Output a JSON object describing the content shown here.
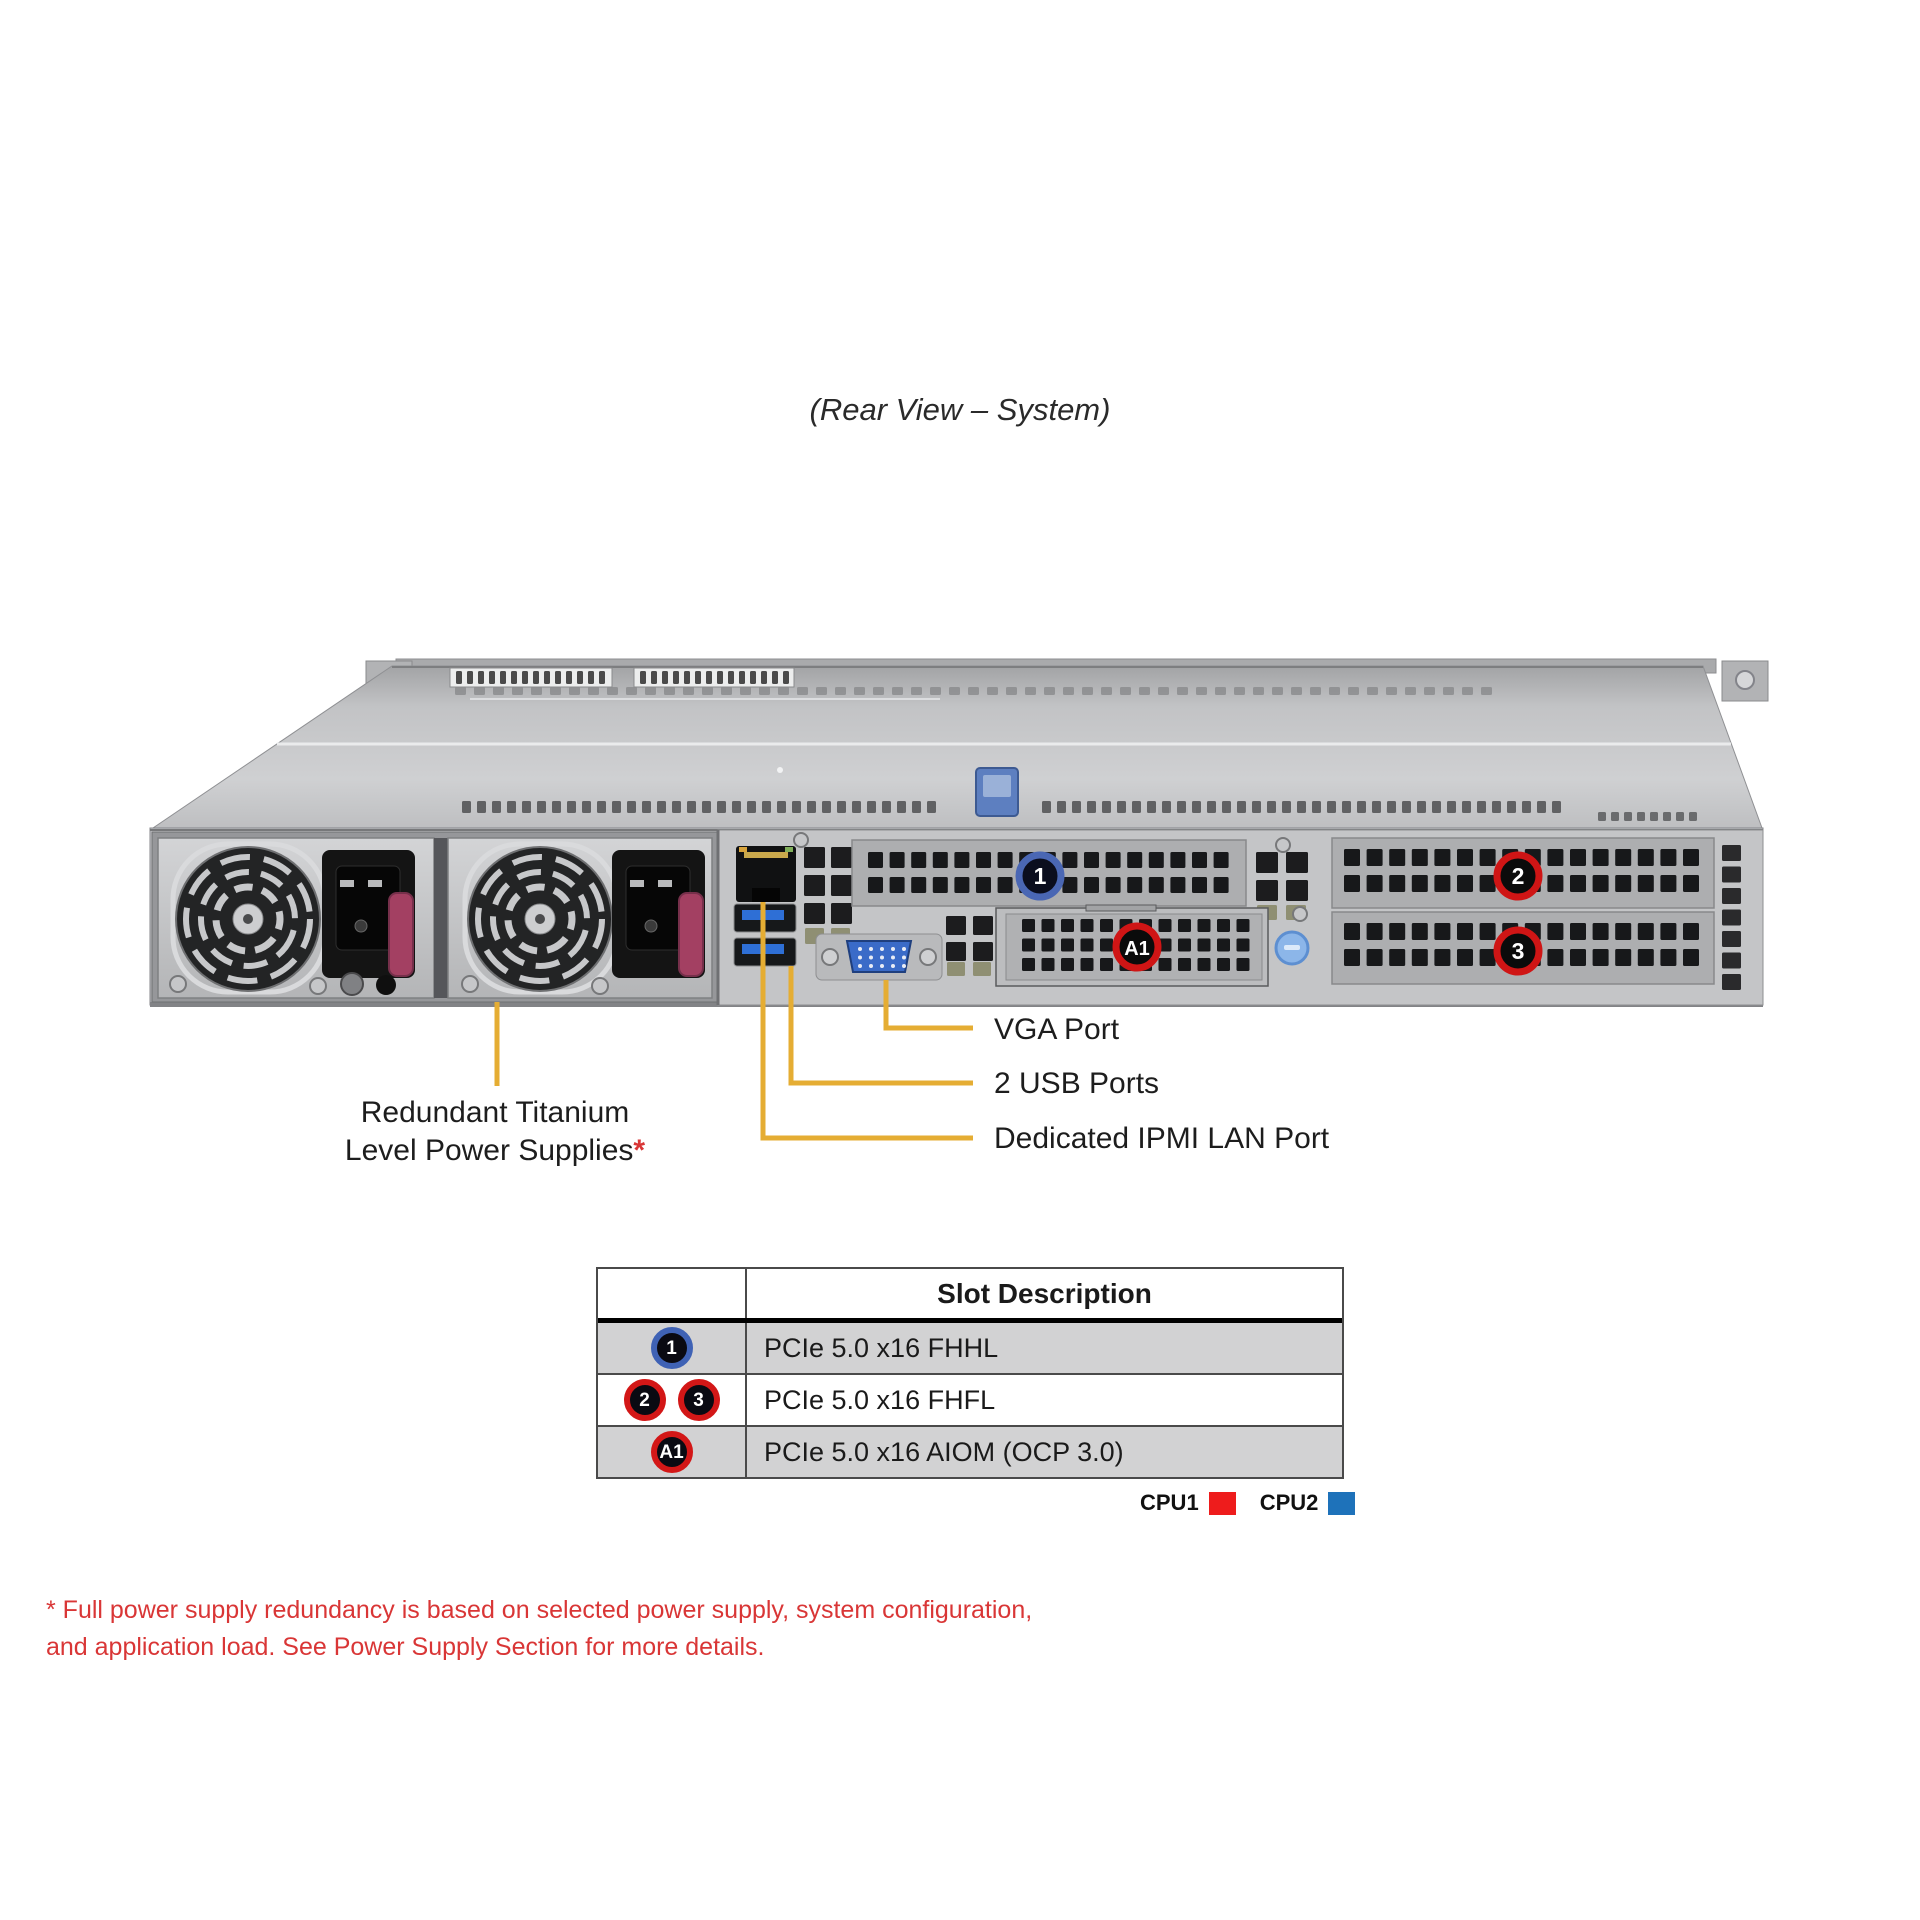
{
  "title": "(Rear View – System)",
  "callouts": {
    "vga": "VGA Port",
    "usb": "2 USB Ports",
    "ipmi": "Dedicated IPMI LAN Port",
    "psu_line1": "Redundant Titanium",
    "psu_line2": "Level Power Supplies",
    "psu_asterisk": "*"
  },
  "slot_badges": {
    "slot1": "1",
    "slot2": "2",
    "slot3": "3",
    "aiom": "A1"
  },
  "table": {
    "header": "Slot Description",
    "rows": [
      {
        "badges": [
          "1"
        ],
        "badge_color": "blue",
        "description": "PCIe 5.0 x16 FHHL"
      },
      {
        "badges": [
          "2",
          "3"
        ],
        "badge_color": "red",
        "description": "PCIe 5.0 x16 FHFL"
      },
      {
        "badges": [
          "A1"
        ],
        "badge_color": "red",
        "description": "PCIe 5.0 x16 AIOM (OCP 3.0)"
      }
    ]
  },
  "legend": {
    "cpu1": "CPU1",
    "cpu2": "CPU2",
    "cpu1_color": "#ee1c1c",
    "cpu2_color": "#1e72ba"
  },
  "footnote": {
    "line1": "* Full power supply redundancy is based on selected power supply, system configuration,",
    "line2": "and application load. See Power Supply Section for more details."
  },
  "colors": {
    "callout_line": "#e5ad33",
    "badge_red_ring": "#d31717",
    "badge_blue_ring": "#3f62b5",
    "footnote_red": "#d93636",
    "usb_blue": "#2e6fd6",
    "vga_blue": "#3a6bc8",
    "latch_blue": "#5d7fc0",
    "thumbscrew_blue": "#8cb6e9",
    "psu_lever": "#a34062"
  }
}
